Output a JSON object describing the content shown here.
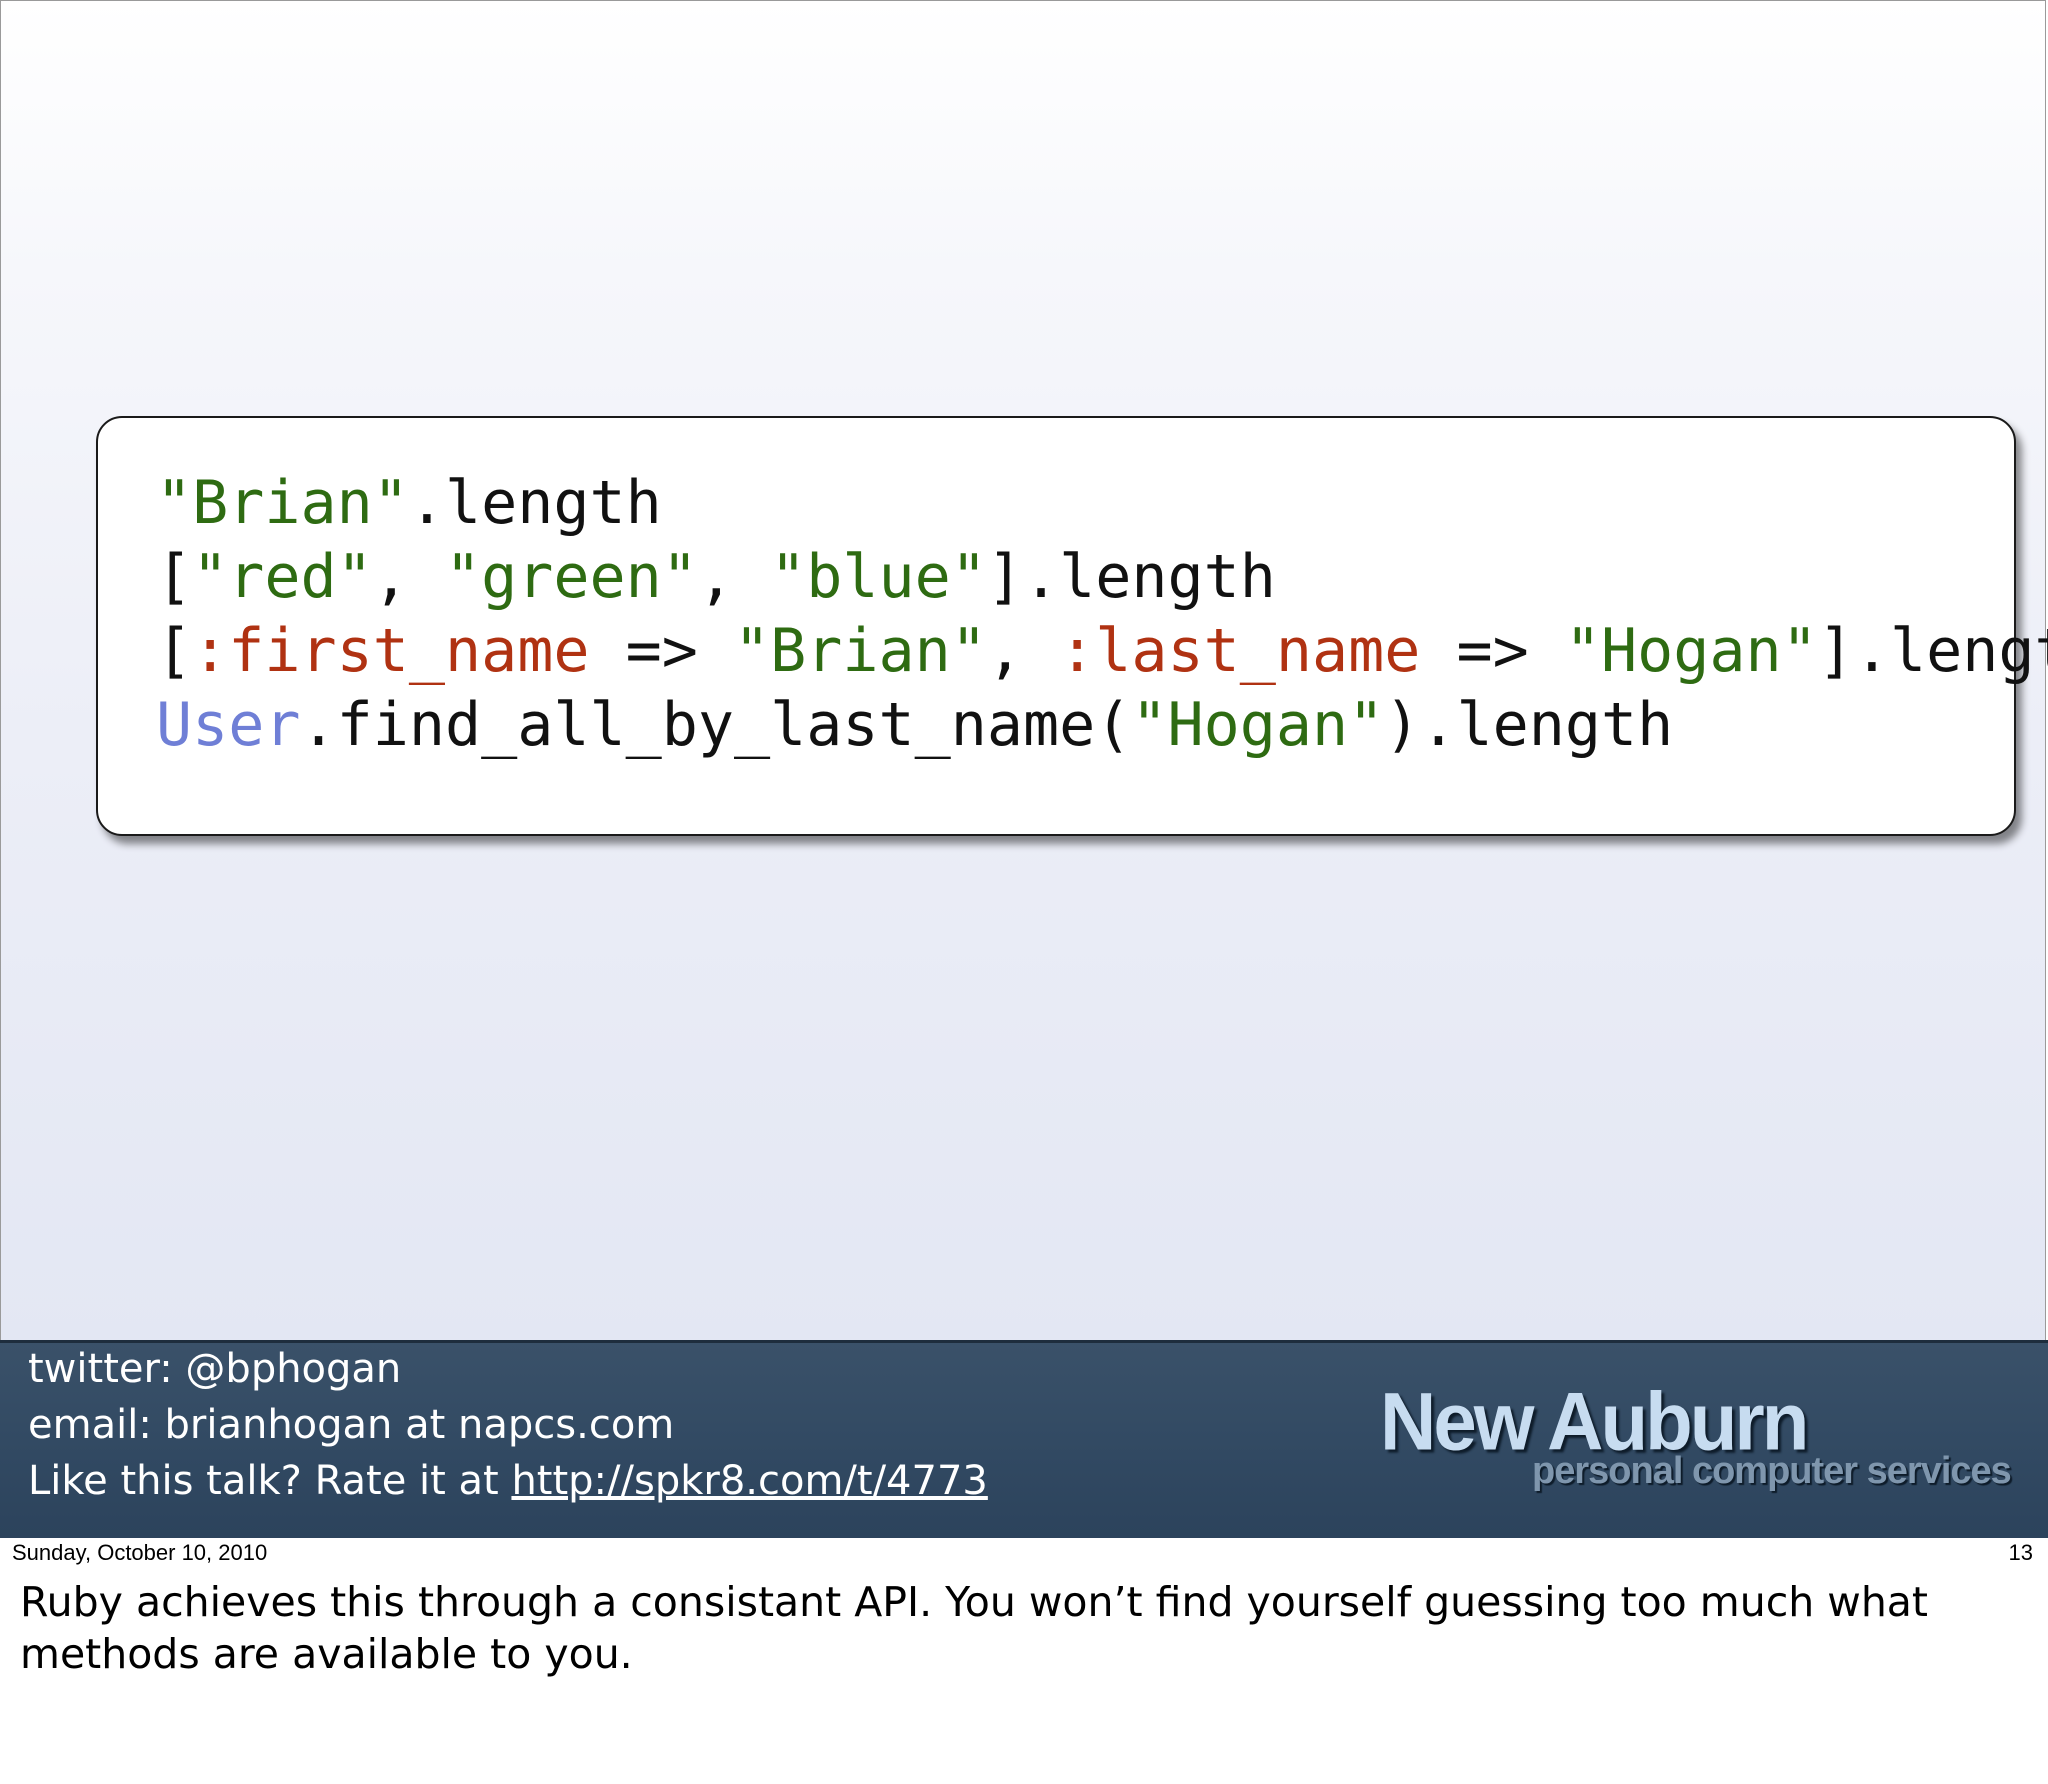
{
  "slide": {
    "code_lines": [
      [
        {
          "cls": "str",
          "text": "\"Brian\""
        },
        {
          "cls": "plain",
          "text": ".length"
        }
      ],
      [
        {
          "cls": "plain",
          "text": "["
        },
        {
          "cls": "str",
          "text": "\"red\""
        },
        {
          "cls": "plain",
          "text": ", "
        },
        {
          "cls": "str",
          "text": "\"green\""
        },
        {
          "cls": "plain",
          "text": ", "
        },
        {
          "cls": "str",
          "text": "\"blue\""
        },
        {
          "cls": "plain",
          "text": "].length"
        }
      ],
      [
        {
          "cls": "plain",
          "text": "["
        },
        {
          "cls": "sym",
          "text": ":first_name"
        },
        {
          "cls": "plain",
          "text": " => "
        },
        {
          "cls": "str",
          "text": "\"Brian\""
        },
        {
          "cls": "plain",
          "text": ", "
        },
        {
          "cls": "sym",
          "text": ":last_name"
        },
        {
          "cls": "plain",
          "text": " => "
        },
        {
          "cls": "str",
          "text": "\"Hogan\""
        },
        {
          "cls": "plain",
          "text": "].length"
        }
      ],
      [
        {
          "cls": "const",
          "text": "User"
        },
        {
          "cls": "plain",
          "text": ".find_all_by_last_name("
        },
        {
          "cls": "str",
          "text": "\"Hogan\""
        },
        {
          "cls": "plain",
          "text": ").length"
        }
      ]
    ],
    "colors": {
      "string": "#2e6b12",
      "symbol": "#b03212",
      "constant": "#6f7fd6",
      "footer_bar": "#324a63"
    }
  },
  "footer": {
    "twitter": "twitter: @bphogan",
    "email": "email: brianhogan at napcs.com",
    "rate_prefix": "Like this talk? Rate it at ",
    "rate_link": "http://spkr8.com/t/4773"
  },
  "logo": {
    "title": "New Auburn",
    "subtitle": "personal computer services"
  },
  "meta": {
    "date": "Sunday, October 10, 2010",
    "page_number": "13"
  },
  "notes": "Ruby achieves this through a consistant API. You won’t find yourself guessing too much what methods are available to you."
}
